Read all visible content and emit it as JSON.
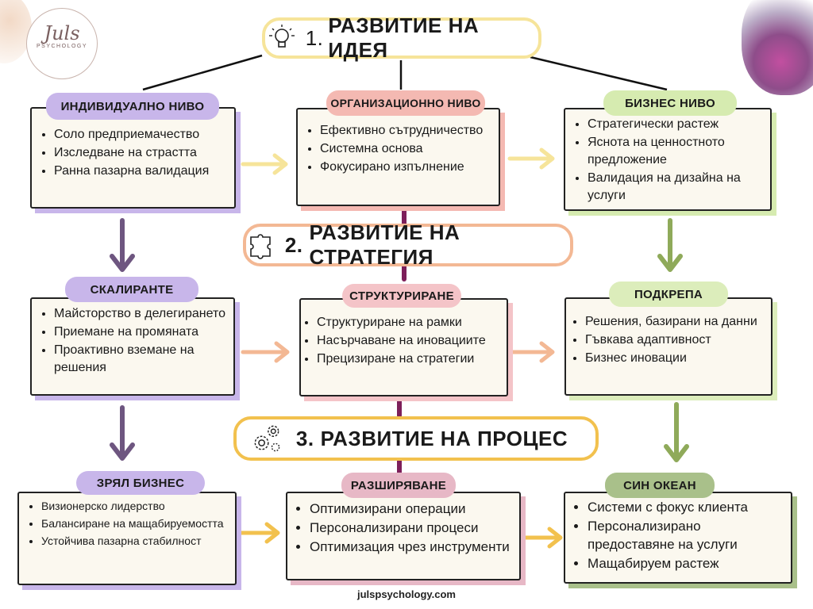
{
  "logo": {
    "script": "Juls",
    "sub": "PSYCHOLOGY"
  },
  "phases": [
    {
      "number": "1.",
      "title": "РАЗВИТИЕ НА ИДЕЯ",
      "icon": "lightbulb-icon",
      "border": "#f6e49a"
    },
    {
      "number": "2.",
      "title": "РАЗВИТИЕ НА СТРАТЕГИЯ",
      "icon": "puzzle-icon",
      "border": "#f3b894"
    },
    {
      "number": "3.",
      "title": "РАЗВИТИЕ НА ПРОЦЕС",
      "icon": "gears-icon",
      "border": "#f2c14e"
    }
  ],
  "rows": [
    [
      {
        "title": "ИНДИВИДУАЛНО НИВО",
        "color": "#c8b6ea",
        "items": [
          "Соло предприемачество",
          "Изследване на страстта",
          "Ранна пазарна валидация"
        ]
      },
      {
        "title": "ОРГАНИЗАЦИОННО НИВО",
        "color": "#f4b9b2",
        "items": [
          "Ефективно сътрудничество",
          "Системна основа",
          "Фокусирано изпълнение"
        ]
      },
      {
        "title": "БИЗНЕС НИВО",
        "color": "#d6ebb0",
        "items": [
          "Стратегически растеж",
          "Яснота на ценностното предложение",
          "Валидация на дизайна на услуги"
        ]
      }
    ],
    [
      {
        "title": "СКАЛИРАНТЕ",
        "color": "#c8b6ea",
        "items": [
          "Майсторство в делегирането",
          "Приемане на промяната",
          "Проактивно вземане на решения"
        ]
      },
      {
        "title": "СТРУКТУРИРАНЕ",
        "color": "#f4c4c8",
        "items": [
          "Структуриране на рамки",
          "Насърчаване на иновациите",
          "Прецизиране на стратегии"
        ]
      },
      {
        "title": "ПОДКРЕПА",
        "color": "#dcedbb",
        "items": [
          "Решения, базирани на данни",
          "Гъвкава адаптивност",
          "Бизнес иновации"
        ]
      }
    ],
    [
      {
        "title": "ЗРЯЛ БИЗНЕС",
        "color": "#c8b6ea",
        "items": [
          "Визионерско лидерство",
          "Балансиране на мащабируемостта",
          "Устойчива пазарна стабилност"
        ]
      },
      {
        "title": "РАЗШИРЯВАНЕ",
        "color": "#e7b8c6",
        "items": [
          "Оптимизирани операции",
          "Персонализирани процеси",
          "Оптимизация чрез инструменти"
        ]
      },
      {
        "title": "СИН ОКЕАН",
        "color": "#a9c08a",
        "items": [
          "Системи с фокус клиента",
          "Персонализирано предоставяне на услуги",
          "Мащабируем растеж"
        ]
      }
    ]
  ],
  "footer": "julspsychology.com"
}
